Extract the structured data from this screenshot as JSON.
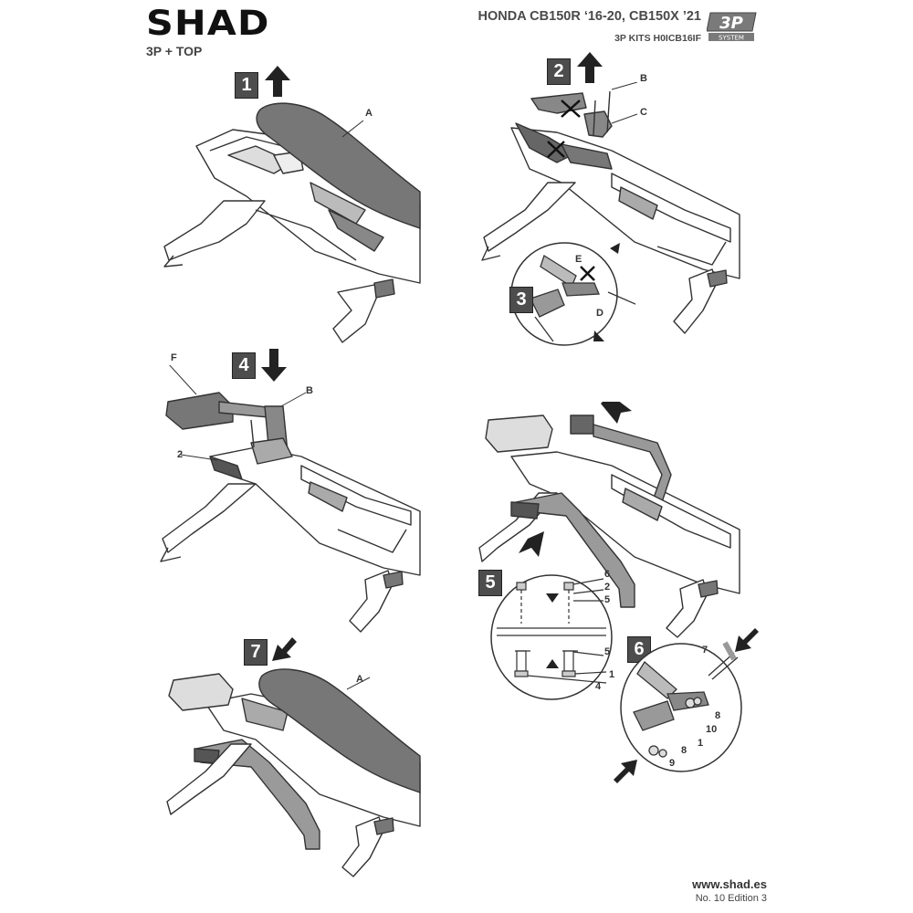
{
  "header": {
    "brand": "SHAD",
    "config": "3P + TOP",
    "model": "HONDA CB150R ‘16-20, CB150X ’21",
    "kit_code": "3P KITS H0ICB16IF",
    "logo": {
      "mark": "3P",
      "word": "SYSTEM"
    }
  },
  "steps": {
    "s1": "1",
    "s2": "2",
    "s3": "3",
    "s4": "4",
    "s5": "5",
    "s6": "6",
    "s7": "7"
  },
  "labels": {
    "a1": "A",
    "b2": "B",
    "c2": "C",
    "e3": "E",
    "d3": "D",
    "f4": "F",
    "b4": "B",
    "n2_4": "2",
    "n6_5": "6",
    "n2_5": "2",
    "n5_5a": "5",
    "n5_5b": "5",
    "n1_5": "1",
    "n4_5": "4",
    "n7_6": "7",
    "n8_6a": "8",
    "n10_6": "10",
    "n1_6": "1",
    "n8_6b": "8",
    "n9_6": "9",
    "a7": "A"
  },
  "footer": {
    "website": "www.shad.es",
    "edition": "No. 10 Edition 3"
  },
  "colors": {
    "ink": "#3c3c3c",
    "step_box": "#4d4d4d",
    "seat": "#777777",
    "part_gray": "#9a9a9a"
  }
}
